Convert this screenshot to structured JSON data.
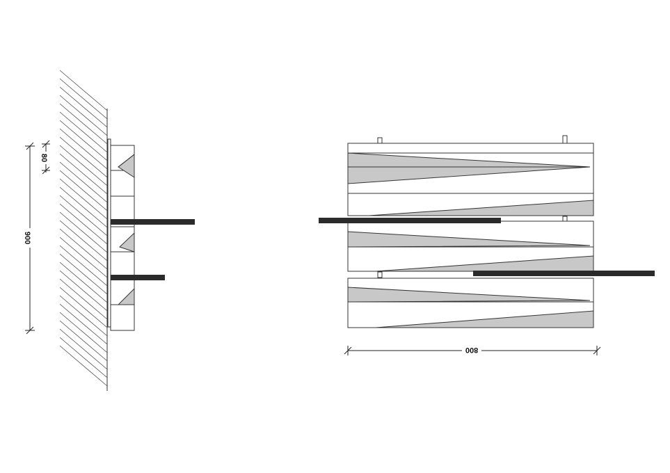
{
  "side_view": {
    "height_dimension": "900",
    "offset_dimension": "80"
  },
  "front_view": {
    "width_dimension": "800"
  },
  "colors": {
    "line": "#222222",
    "shelf": "#2b2b2b",
    "wedge_fill": "#c8c8c8",
    "background": "#ffffff"
  }
}
